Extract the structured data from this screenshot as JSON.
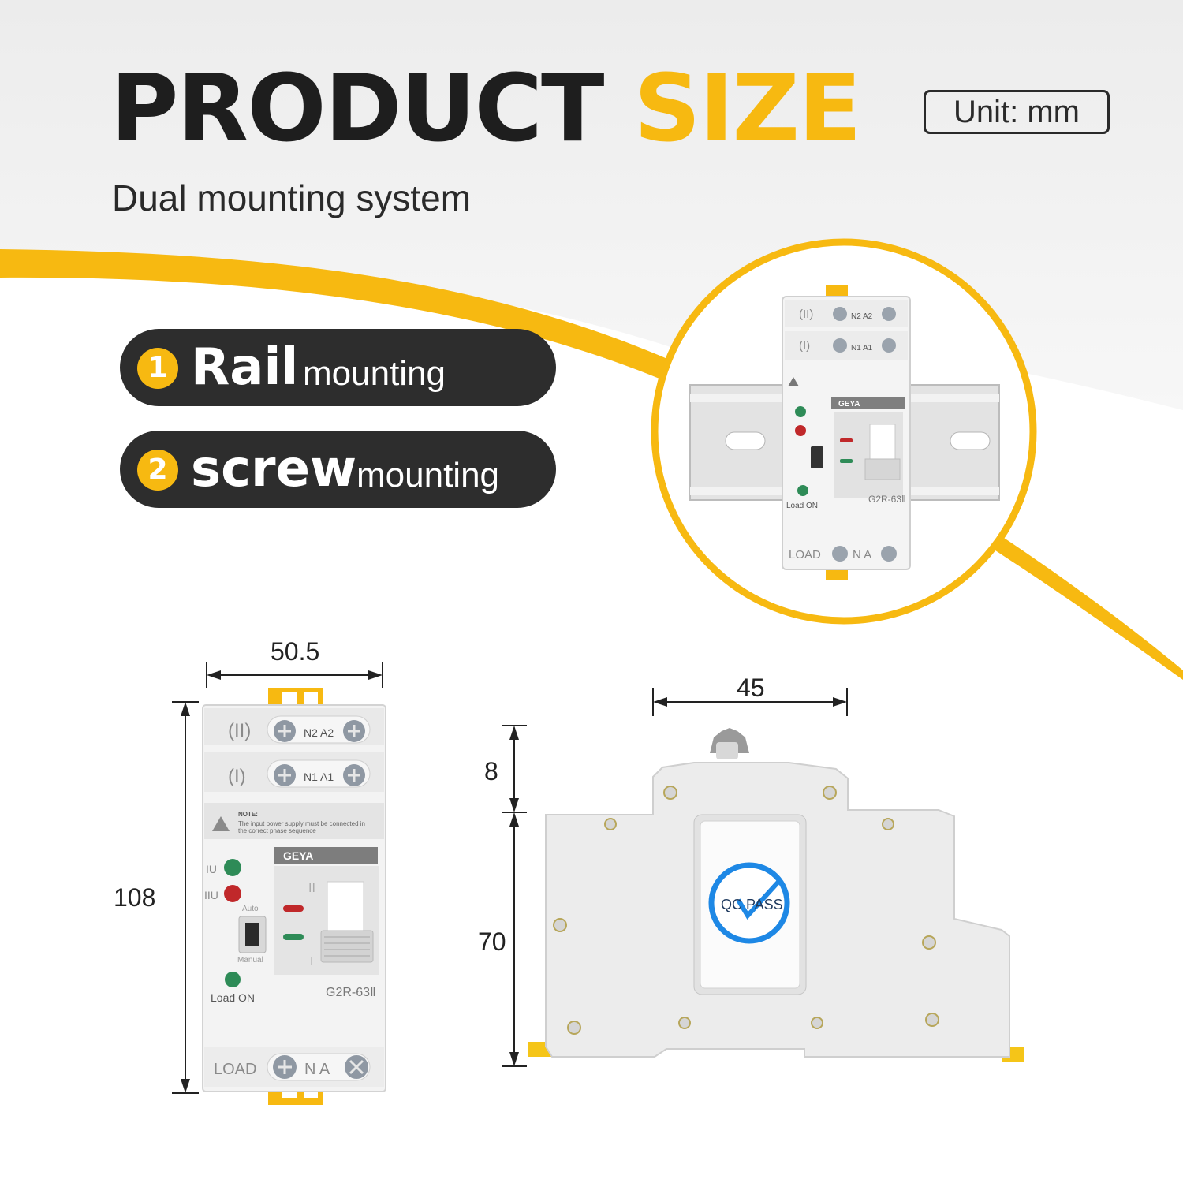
{
  "header": {
    "title_part1": "PRODUCT",
    "title_part2": "SIZE",
    "unit": "Unit: mm",
    "subtitle": "Dual mounting system"
  },
  "options": [
    {
      "number": "1",
      "big": "Rail",
      "small": "mounting"
    },
    {
      "number": "2",
      "big": "screw",
      "small": "mounting"
    }
  ],
  "device": {
    "brand": "GEYA",
    "model": "G2R-63Ⅱ",
    "line2_label": "(II)",
    "line2_terminals": "N2 A2",
    "line1_label": "(I)",
    "line1_terminals": "N1 A1",
    "note_title": "NOTE:",
    "note_line1": "The input power supply must be connected in",
    "note_line2": "the correct phase sequence",
    "indicator_1": "IU",
    "indicator_2": "IIU",
    "mode_auto": "Auto",
    "mode_manual": "Manual",
    "load_on": "Load ON",
    "load_label": "LOAD",
    "load_terminals": "N A",
    "switch_pos_upper": "II",
    "switch_pos_lower": "I"
  },
  "side_view": {
    "badge": "QC PASS"
  },
  "dimensions": {
    "front_width": "50.5",
    "front_height": "108",
    "side_width": "45",
    "side_top": "8",
    "side_body": "70"
  },
  "colors": {
    "accent": "#f7b911",
    "dark": "#2d2d2d",
    "led_green": "#2e8b57",
    "led_red": "#c0282a",
    "badge_blue": "#1e88e5"
  }
}
